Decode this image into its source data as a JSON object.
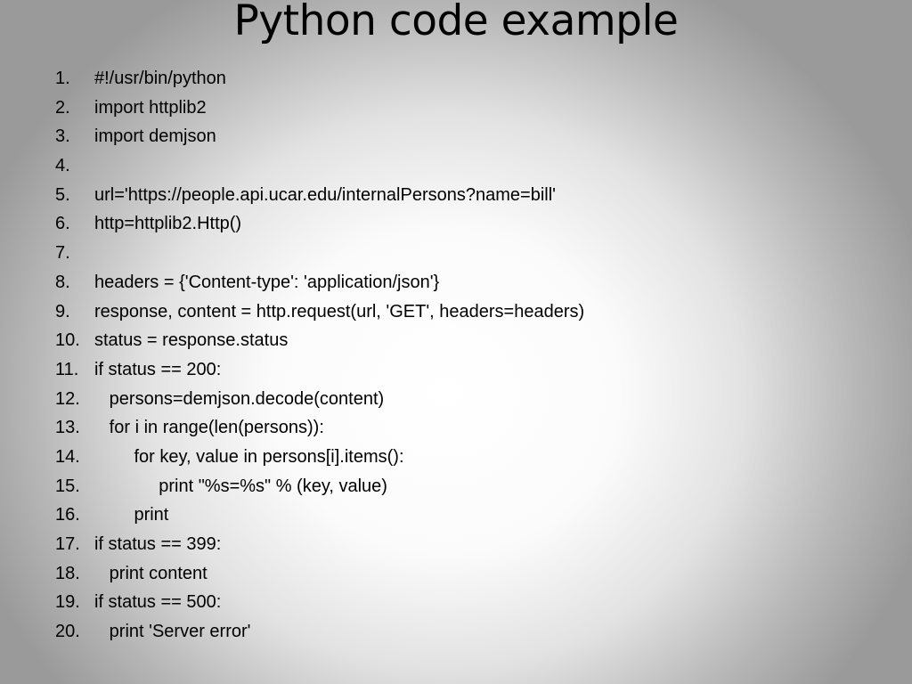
{
  "slide": {
    "title": "Python code example"
  },
  "code_lines": [
    {
      "num": "1.",
      "code": "#!/usr/bin/python"
    },
    {
      "num": "2.",
      "code": "import httplib2"
    },
    {
      "num": "3.",
      "code": "import demjson"
    },
    {
      "num": "4.",
      "code": ""
    },
    {
      "num": "5.",
      "code": "url='https://people.api.ucar.edu/internalPersons?name=bill'"
    },
    {
      "num": "6.",
      "code": "http=httplib2.Http()"
    },
    {
      "num": "7.",
      "code": ""
    },
    {
      "num": "8.",
      "code": "headers = {'Content-type': 'application/json'}"
    },
    {
      "num": "9.",
      "code": "response, content = http.request(url, 'GET', headers=headers)"
    },
    {
      "num": "10.",
      "code": "status = response.status"
    },
    {
      "num": "11.",
      "code": "if status == 200:"
    },
    {
      "num": "12.",
      "code": "   persons=demjson.decode(content)"
    },
    {
      "num": "13.",
      "code": "   for i in range(len(persons)):"
    },
    {
      "num": "14.",
      "code": "        for key, value in persons[i].items():"
    },
    {
      "num": "15.",
      "code": "             print \"%s=%s\" % (key, value)"
    },
    {
      "num": "16.",
      "code": "        print"
    },
    {
      "num": "17.",
      "code": "if status == 399:"
    },
    {
      "num": "18.",
      "code": "   print content"
    },
    {
      "num": "19.",
      "code": "if status == 500:"
    },
    {
      "num": "20.",
      "code": "   print 'Server error'"
    }
  ]
}
